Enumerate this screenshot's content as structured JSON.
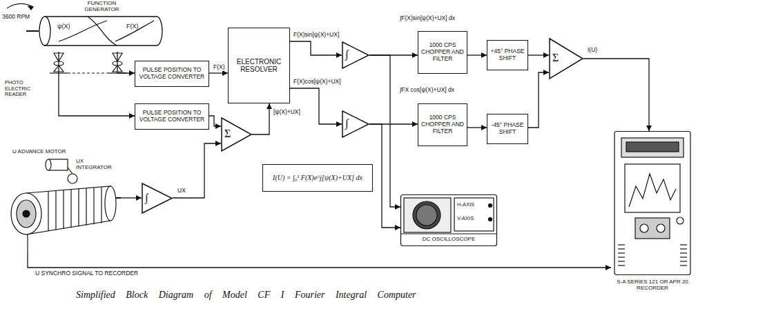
{
  "diagram": {
    "caption": "Simplified Block Diagram of Model CF I Fourier Integral Computer",
    "nodes": [
      {
        "text": [
          "FUNCTION GENERATOR",
          "ψ(X)",
          "F(X)"
        ]
      },
      {
        "text": [
          "PULSE POSITION TO VOLTAGE CONVERTER"
        ]
      },
      {
        "text": [
          "PULSE POSITION TO VOLTAGE CONVERTER"
        ]
      },
      {
        "text": [
          "ELECTRONIC RESOLVER"
        ]
      },
      {
        "text": [
          "Σ"
        ]
      },
      {
        "text": [
          "∫"
        ]
      },
      {
        "text": [
          "∫"
        ]
      },
      {
        "text": [
          "1000 CPS CHOPPER AND FILTER"
        ]
      },
      {
        "text": [
          "1000 CPS CHOPPER AND FILTER"
        ]
      },
      {
        "text": [
          "+45° PHASE SHIFT"
        ]
      },
      {
        "text": [
          "-45° PHASE SHIFT"
        ]
      },
      {
        "text": [
          "Σ"
        ]
      },
      {
        "text": [
          "∫"
        ]
      },
      {
        "text": [
          "DC OSCILLOSCOPE",
          "H-AXIS",
          "V-AXIS"
        ]
      },
      {
        "text": [
          "S-A SERIES 121 OR APR 20 RECORDER"
        ]
      },
      {
        "text": [
          "I(U) = ∫₀¹ F(X)e^j[ψ(X)+UX] dx"
        ]
      },
      {
        "text": [
          "U ADVANCE MOTOR",
          "UX INTEGRATOR"
        ]
      }
    ],
    "edges": [
      {
        "from": 0,
        "to": 1,
        "arrow": "to"
      },
      {
        "from": 0,
        "to": 2,
        "arrow": "to"
      },
      {
        "from": 1,
        "to": 3,
        "label": "F(X)",
        "arrow": "to"
      },
      {
        "from": 2,
        "to": 4,
        "arrow": "to"
      },
      {
        "from": 12,
        "to": 4,
        "label": "UX",
        "arrow": "to"
      },
      {
        "from": 4,
        "to": 3,
        "label": "[ψ(X)+UX]",
        "arrow": "to"
      },
      {
        "from": 3,
        "to": 5,
        "label": "F(X)sin[ψ(X)+UX]",
        "arrow": "to"
      },
      {
        "from": 3,
        "to": 6,
        "label": "F(X)cos[ψ(X)+UX]",
        "arrow": "to"
      },
      {
        "from": 5,
        "to": 7,
        "label": "∫F(X)sin[ψ(X)+UX] dx",
        "arrow": "to"
      },
      {
        "from": 6,
        "to": 8,
        "label": "∫FX cos[ψ(X)+UX] dx",
        "arrow": "to"
      },
      {
        "from": 5,
        "to": 13,
        "arrow": "to"
      },
      {
        "from": 6,
        "to": 13,
        "arrow": "to"
      },
      {
        "from": 7,
        "to": 9,
        "arrow": "to"
      },
      {
        "from": 8,
        "to": 10,
        "arrow": "to"
      },
      {
        "from": 9,
        "to": 11,
        "arrow": "to"
      },
      {
        "from": 10,
        "to": 11,
        "arrow": "to"
      },
      {
        "from": 11,
        "to": 14,
        "label": "I(U)",
        "arrow": "to"
      },
      {
        "from": 16,
        "to": 12,
        "arrow": "to"
      },
      {
        "from": 16,
        "to": 14,
        "label": "U SYNCHRO SIGNAL TO RECORDER",
        "arrow": "to"
      }
    ],
    "labels": [
      "3600 RPM",
      "PHOTO ELECTRIC READER"
    ]
  }
}
